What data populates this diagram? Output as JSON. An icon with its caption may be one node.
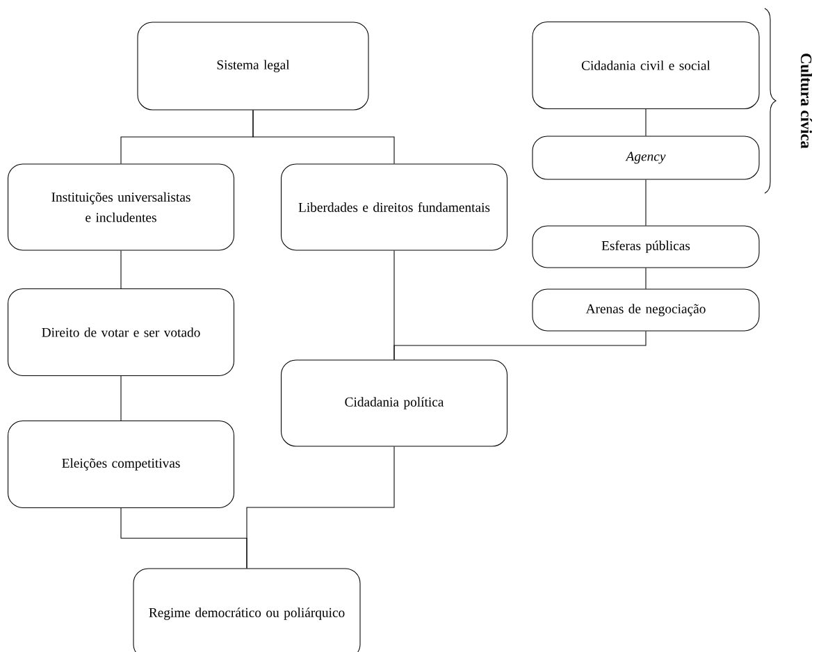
{
  "diagram": {
    "nodes": [
      {
        "text": [
          "Sistema legal"
        ]
      },
      {
        "text": [
          "Instituições universalistas e includentes"
        ]
      },
      {
        "text": [
          "Liberdades e direitos fundamentais"
        ]
      },
      {
        "text": [
          "Direito de votar e ser votado"
        ]
      },
      {
        "text": [
          "Eleições competitivas"
        ]
      },
      {
        "text": [
          "Cidadania política"
        ]
      },
      {
        "text": [
          "Regime democrático ou poliárquico"
        ]
      },
      {
        "text": [
          "Cidadania civil e social"
        ]
      },
      {
        "text": [
          "Agency"
        ]
      },
      {
        "text": [
          "Esferas públicas"
        ]
      },
      {
        "text": [
          "Arenas de negociação"
        ]
      }
    ],
    "edges": [
      {
        "from": 0,
        "to": 1,
        "arrow": "none"
      },
      {
        "from": 0,
        "to": 2,
        "arrow": "none"
      },
      {
        "from": 1,
        "to": 3,
        "arrow": "none"
      },
      {
        "from": 3,
        "to": 4,
        "arrow": "none"
      },
      {
        "from": 2,
        "to": 5,
        "arrow": "none"
      },
      {
        "from": 10,
        "to": 5,
        "arrow": "none"
      },
      {
        "from": 4,
        "to": 6,
        "arrow": "none"
      },
      {
        "from": 5,
        "to": 6,
        "arrow": "none"
      },
      {
        "from": 7,
        "to": 8,
        "arrow": "none"
      },
      {
        "from": 8,
        "to": 9,
        "arrow": "none"
      },
      {
        "from": 9,
        "to": 10,
        "arrow": "none"
      }
    ],
    "labels": [
      "Cultura cívica"
    ]
  }
}
